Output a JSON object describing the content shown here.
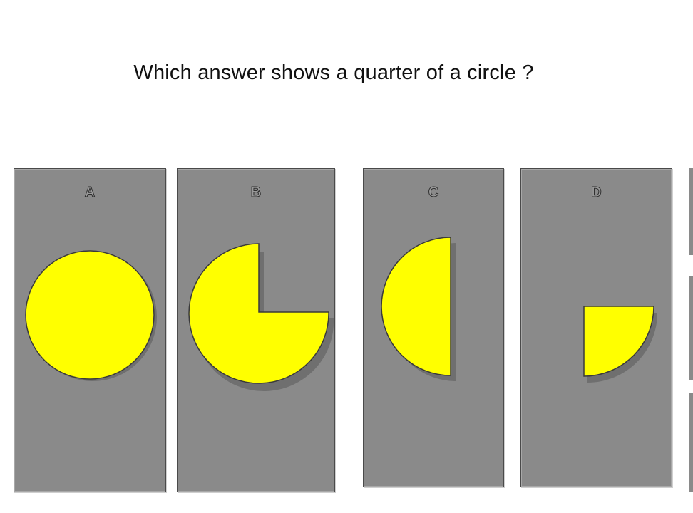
{
  "question": "Which answer shows a quarter of a circle ?",
  "colors": {
    "card_background": "#8a8a8a",
    "shape_fill": "#ffff00",
    "shape_stroke": "#3a3a3a",
    "shadow": "#5e5e5e"
  },
  "options": [
    {
      "label": "A",
      "shape": "full circle"
    },
    {
      "label": "B",
      "shape": "three-quarter circle"
    },
    {
      "label": "C",
      "shape": "half circle"
    },
    {
      "label": "D",
      "shape": "quarter circle"
    }
  ]
}
